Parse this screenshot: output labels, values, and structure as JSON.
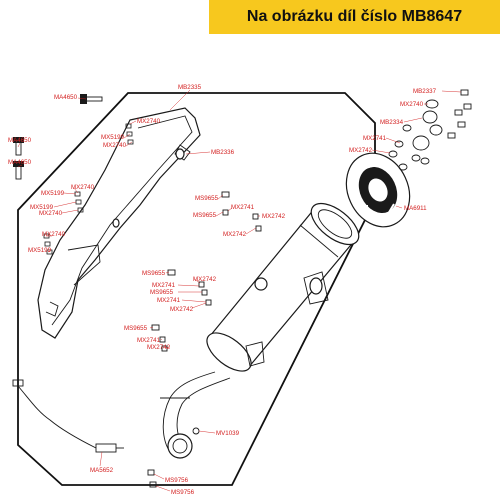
{
  "header": {
    "title": "Na obrázku díl číslo MB8647",
    "background": "#f7c81e"
  },
  "diagram": {
    "label_color": "#d32020",
    "labels": [
      "MA4650",
      "MB2335",
      "MX2740",
      "MX5199",
      "MX2740",
      "MB2336",
      "MA4650",
      "MA4650",
      "MX5199",
      "MX2740",
      "MX5199",
      "MX2740",
      "MX2740",
      "MX5199",
      "MS9655",
      "MS9655",
      "MX2741",
      "MX2742",
      "MX2742",
      "MS9655",
      "MX2742",
      "MX2741",
      "MS9655",
      "MX2741",
      "MX2742",
      "MS9655",
      "MX2741",
      "MX2742",
      "MB2337",
      "MX2740",
      "MB2334",
      "MX2741",
      "MX2742",
      "MA6911",
      "MV1039",
      "MA5652",
      "MS9756",
      "MS9756"
    ]
  }
}
